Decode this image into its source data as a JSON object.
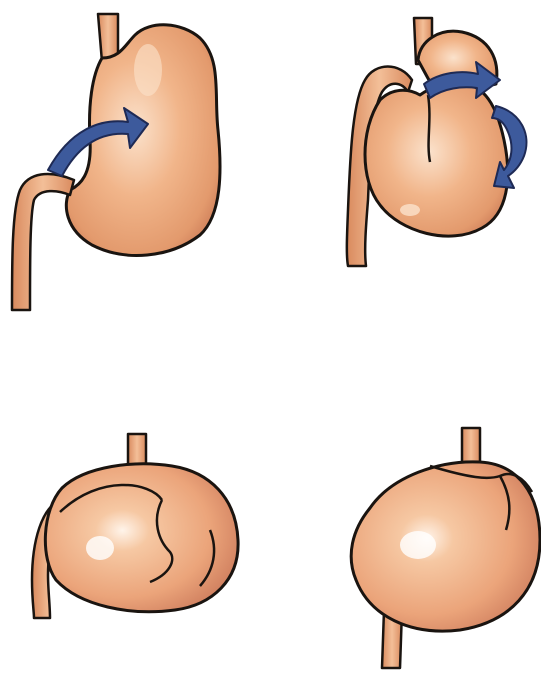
{
  "figure": {
    "background": "#ffffff",
    "panels": [
      {
        "id": "panel-1",
        "subject": "stomach-normal-with-rotation-arrow"
      },
      {
        "id": "panel-2",
        "subject": "stomach-beginning-torsion-with-arrows"
      },
      {
        "id": "panel-3",
        "subject": "stomach-volvulus-partial"
      },
      {
        "id": "panel-4",
        "subject": "stomach-volvulus-complete"
      }
    ],
    "colors": {
      "stomach_fill": "#eeaa7c",
      "stomach_shade": "#d98a5e",
      "stomach_dark": "#c77a57",
      "highlight": "#fbe2cc",
      "outline": "#1a1410",
      "arrow_fill": "#3d5a9c",
      "arrow_outline": "#1e2a55"
    }
  }
}
